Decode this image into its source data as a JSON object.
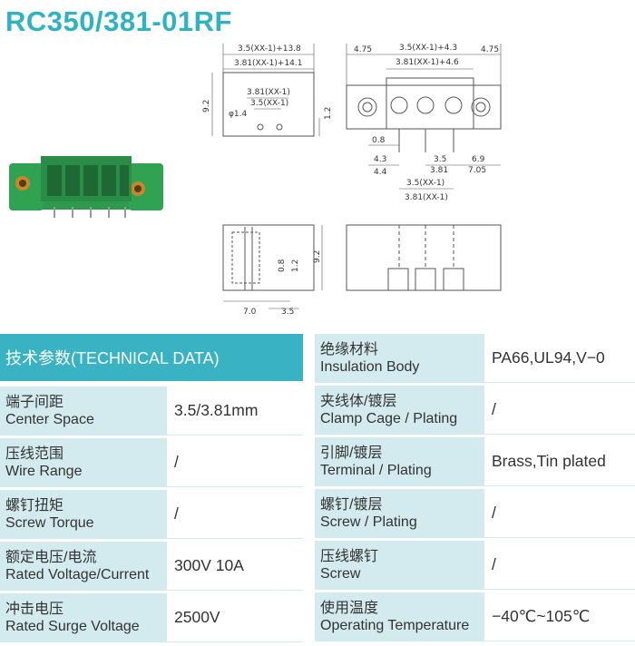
{
  "title": "RC350/381-01RF",
  "drawing": {
    "top_dims": [
      "3.5(XX-1)+13.8",
      "3.81(XX-1)+14.1"
    ],
    "side_height": "9.2",
    "pitch_labels": [
      "3.81(XX-1)",
      "3.5(XX-1)"
    ],
    "hole_dia": "φ1.4",
    "hole_offset": "1.2",
    "front_top_dims": [
      "4.75",
      "3.5(XX-1)+4.3",
      "3.81(XX-1)+4.6",
      "4.75"
    ],
    "front_dims": [
      "0.8",
      "4.3",
      "4.4",
      "3.5",
      "3.81",
      "6.9",
      "7.05",
      "3.5(XX-1)",
      "3.81(XX-1)"
    ],
    "section_dims": [
      "0.8",
      "1.2",
      "9.2",
      "7.0",
      "3.5"
    ]
  },
  "header": "技术参数(TECHNICAL DATA)",
  "left_rows": [
    {
      "cn": "端子间距",
      "en": "Center Space",
      "value": "3.5/3.81mm"
    },
    {
      "cn": "压线范围",
      "en": "Wire Range",
      "value": "/"
    },
    {
      "cn": "螺钉扭矩",
      "en": "Screw Torque",
      "value": "/"
    },
    {
      "cn": "额定电压/电流",
      "en": "Rated Voltage/Current",
      "value": "300V 10A"
    },
    {
      "cn": "冲击电压",
      "en": "Rated Surge Voltage",
      "value": "2500V"
    }
  ],
  "right_rows": [
    {
      "cn": "绝缘材料",
      "en": "Insulation Body",
      "value": "PA66,UL94,V−0"
    },
    {
      "cn": "夹线体/镀层",
      "en": "Clamp Cage / Plating",
      "value": "/"
    },
    {
      "cn": "引脚/镀层",
      "en": "Terminal / Plating",
      "value": "Brass,Tin plated"
    },
    {
      "cn": "螺钉/镀层",
      "en": "Screw / Plating",
      "value": "/"
    },
    {
      "cn": "压线螺钉",
      "en": "Screw",
      "value": "/"
    },
    {
      "cn": "使用温度",
      "en": "Operating Temperature",
      "value": "−40℃~105℃"
    }
  ],
  "colors": {
    "accent": "#39b3c3",
    "label_bg": "#d3ebee",
    "product": "#2e9a4e"
  }
}
